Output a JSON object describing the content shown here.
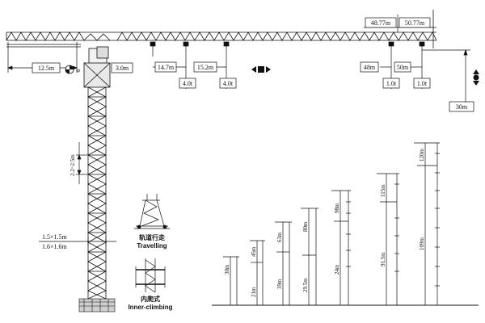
{
  "jib": {
    "tip_reach": "12.5m",
    "counter_offset": "3.0m",
    "stations": [
      {
        "reach": "14.7m",
        "load": "4.0t"
      },
      {
        "reach": "15.2m",
        "load": "4.0t"
      },
      {
        "reach": "48m",
        "load": "1.0t"
      },
      {
        "reach": "50m",
        "load": "1.0t"
      }
    ],
    "top_reaches": [
      "48.77m",
      "50.77m"
    ],
    "hook_height": "30m"
  },
  "mast": {
    "section_spacing": "2.2~2.5m",
    "section_size_a": "1.5×1.5m",
    "section_size_b": "1.6×1.6m"
  },
  "modes": [
    {
      "zh": "轨道行走",
      "en": "Travelling"
    },
    {
      "zh": "内爬式",
      "en": "Inner-climbing"
    }
  ],
  "height_configs": [
    {
      "top": "30m",
      "bottom": ""
    },
    {
      "top": "45m",
      "bottom": "21m"
    },
    {
      "top": "63m",
      "bottom": "39m"
    },
    {
      "top": "80m",
      "bottom": "29.5m"
    },
    {
      "top": "98m",
      "bottom": "24m"
    },
    {
      "top": "115m",
      "bottom": "91.5m"
    },
    {
      "top": "120m",
      "bottom": "109m"
    }
  ],
  "colors": {
    "line": "#111111",
    "background": "#ffffff"
  }
}
